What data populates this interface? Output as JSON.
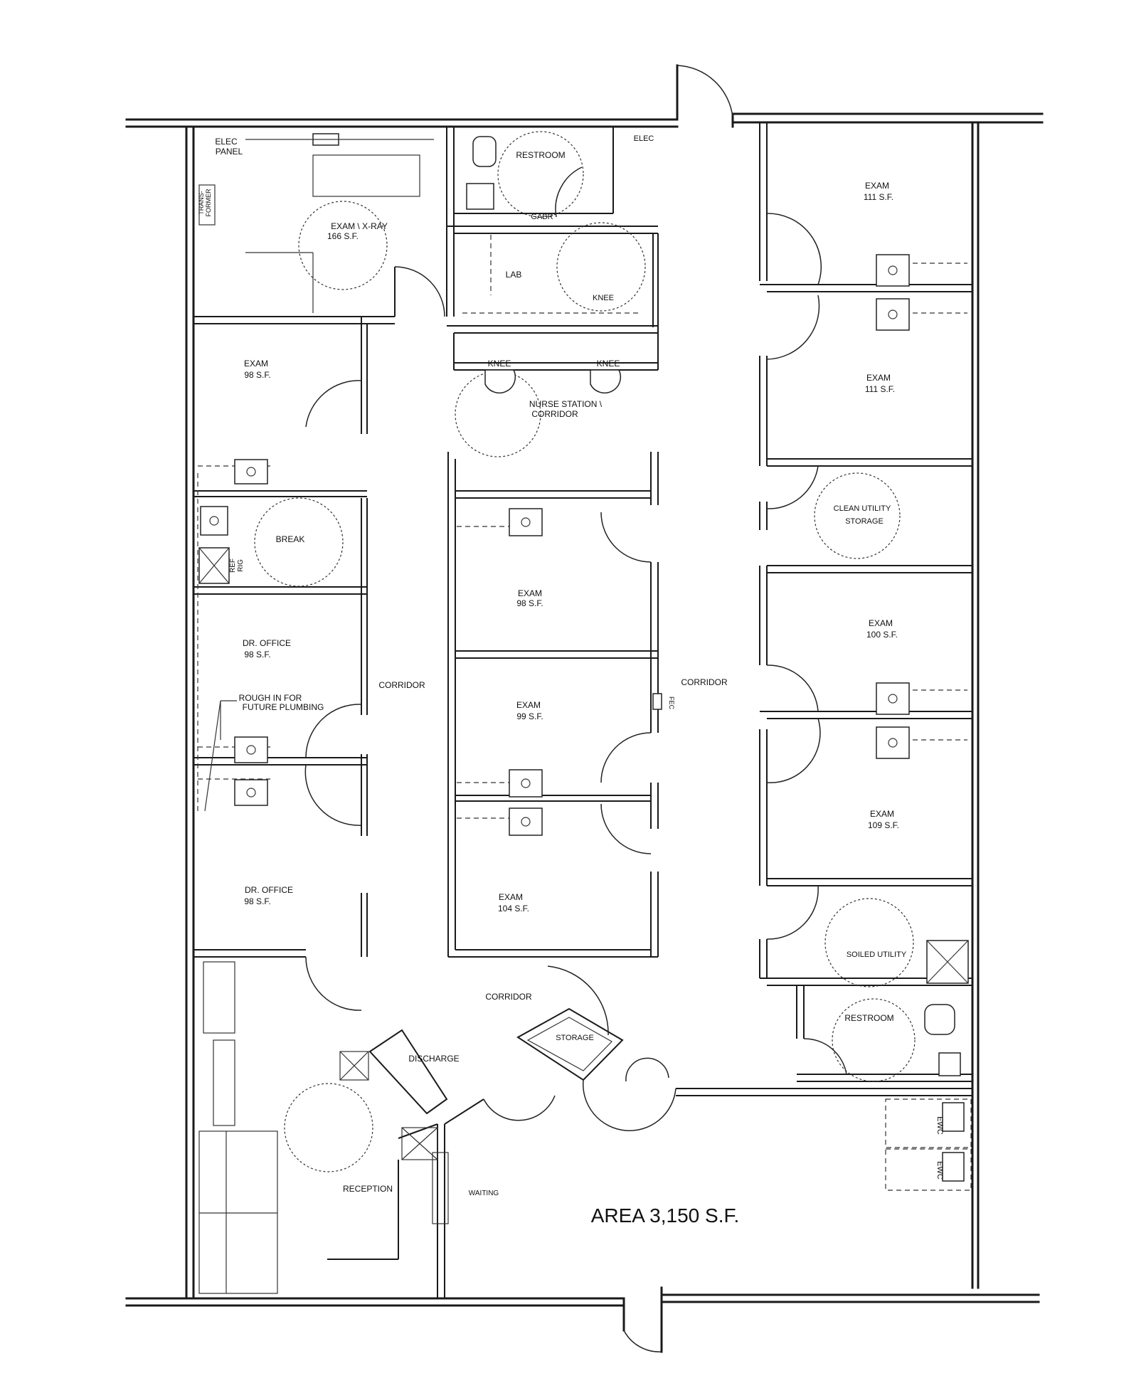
{
  "area_label": "AREA 3,150 S.F.",
  "rooms": {
    "elec_panel": [
      "ELEC",
      "PANEL"
    ],
    "transformer": [
      "TRANS-",
      "FORMER"
    ],
    "exam_xray": [
      "EXAM \\ X-RAY",
      "166 S.F."
    ],
    "restroom_top": "RESTROOM",
    "grab": "GABR",
    "elec_top": "ELEC",
    "lab": "LAB",
    "knee_lab": "KNEE",
    "knee_left": "KNEE",
    "knee_right": "KNEE",
    "nurse_station": [
      "NURSE STATION \\",
      "CORRIDOR"
    ],
    "exam_111_top": [
      "EXAM",
      "111 S.F."
    ],
    "exam_111_bottom": [
      "EXAM",
      "111 S.F."
    ],
    "exam_98_left": [
      "EXAM",
      "98 S.F."
    ],
    "break": "BREAK",
    "refrig": [
      "REF",
      "RIG"
    ],
    "clean_utility": [
      "CLEAN UTILITY",
      "STORAGE"
    ],
    "exam_98_center": [
      "EXAM",
      "98 S.F."
    ],
    "exam_100": [
      "EXAM",
      "100 S.F."
    ],
    "dr_office_top": [
      "DR. OFFICE",
      "98 S.F."
    ],
    "rough_in": [
      "ROUGH IN FOR",
      "FUTURE PLUMBING"
    ],
    "corridor_left": "CORRIDOR",
    "corridor_right": "CORRIDOR",
    "exam_99_center": [
      "EXAM",
      "99 S.F."
    ],
    "exam_109": [
      "EXAM",
      "109 S.F."
    ],
    "dr_office_bottom": [
      "DR. OFFICE",
      "98 S.F."
    ],
    "exam_104": [
      "EXAM",
      "104 S.F."
    ],
    "soiled_utility": "SOILED UTILITY",
    "corridor_bottom": "CORRIDOR",
    "storage": "STORAGE",
    "discharge": "DISCHARGE",
    "restroom_bottom": "RESTROOM",
    "reception": "RECEPTION",
    "waiting": "WAITING",
    "ewc_1": "EWC",
    "ewc_2": "EWC",
    "fec": "FEC"
  }
}
